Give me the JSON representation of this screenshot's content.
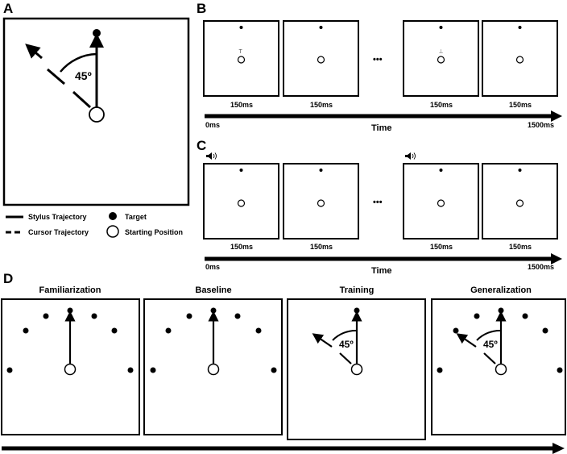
{
  "panels": {
    "a": {
      "label": "A",
      "angle": "45º"
    },
    "b": {
      "label": "B",
      "frame_times": [
        "150ms",
        "150ms",
        "150ms",
        "150ms"
      ],
      "start": "0ms",
      "end": "1500ms",
      "axis": "Time",
      "marks": [
        "T",
        "⊥"
      ]
    },
    "c": {
      "label": "C",
      "frame_times": [
        "150ms",
        "150ms",
        "150ms",
        "150ms"
      ],
      "start": "0ms",
      "end": "1500ms",
      "axis": "Time"
    },
    "d": {
      "label": "D",
      "phases": [
        "Familiarization",
        "Baseline",
        "Training",
        "Generalization"
      ],
      "angle": "45º"
    }
  },
  "ellipsis": "•••",
  "legend": {
    "stylus": "Stylus Trajectory",
    "cursor": "Cursor Trajectory",
    "target": "Target",
    "start": "Starting Position"
  }
}
